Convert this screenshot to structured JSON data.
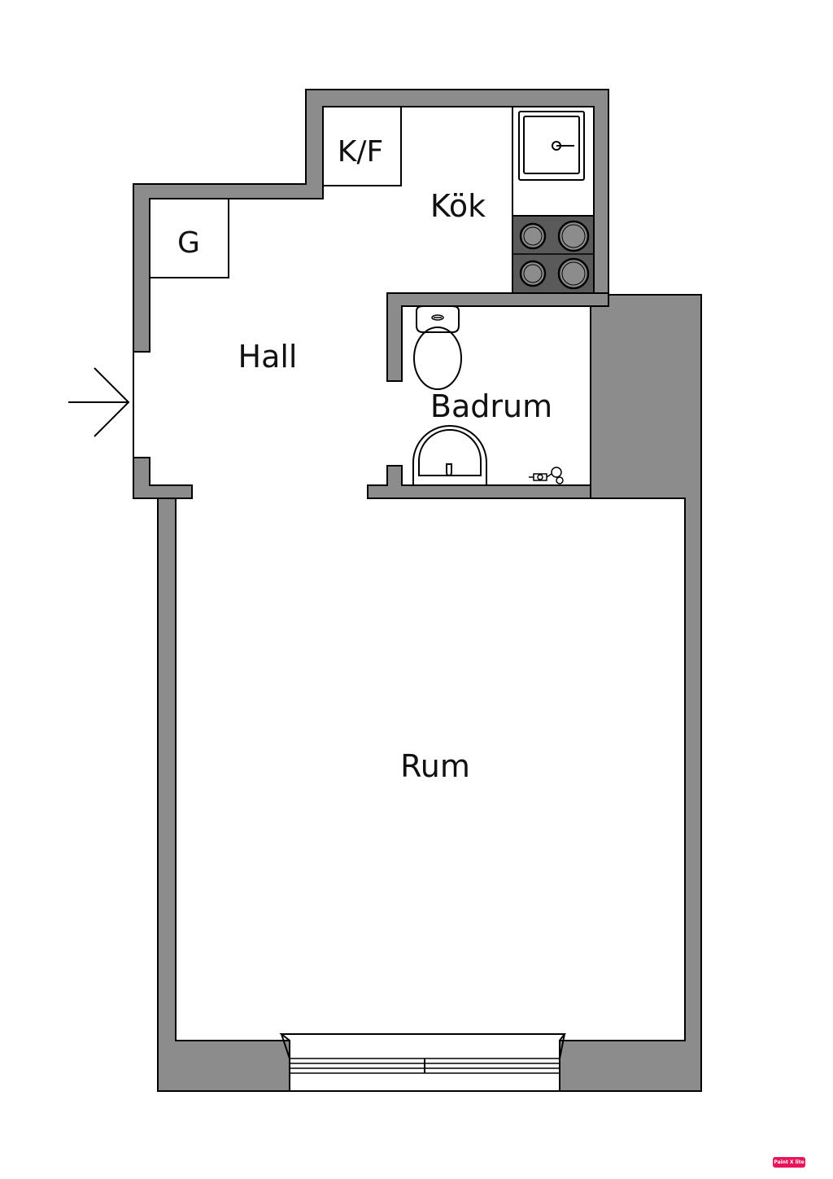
{
  "rooms": {
    "kok": "Kök",
    "hall": "Hall",
    "badrum": "Badrum",
    "rum": "Rum"
  },
  "appliances": {
    "kf": "K/F",
    "g": "G"
  },
  "watermark": "Paint X lite",
  "colors": {
    "wall": "#8c8c8c",
    "stove": "#5a5a5a",
    "line": "#000000",
    "watermark": "#e8155c"
  }
}
